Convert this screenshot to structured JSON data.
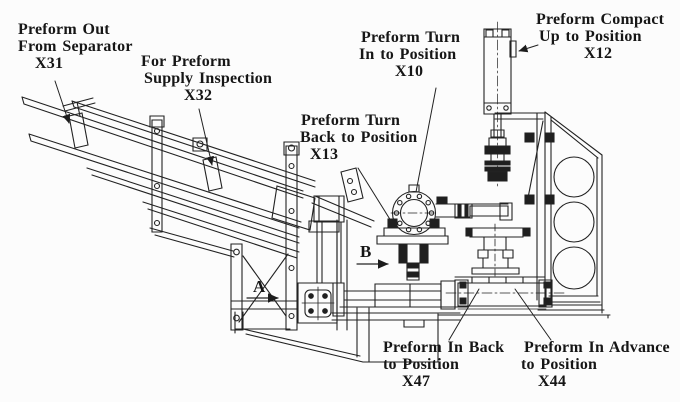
{
  "figure": {
    "background": "#fcfcfc",
    "line_color": "#222222"
  },
  "labels": {
    "x31": {
      "lines": [
        "Preform Out",
        "From Separator",
        "X31"
      ]
    },
    "x32": {
      "lines": [
        "For Preform",
        "Supply Inspection",
        "X32"
      ]
    },
    "x10": {
      "lines": [
        "Preform Turn",
        "In to Position",
        "X10"
      ]
    },
    "x12": {
      "lines": [
        "Preform Compact",
        "Up to Position",
        "X12"
      ]
    },
    "x13": {
      "lines": [
        "Preform Turn",
        "Back to Position",
        "X13"
      ]
    },
    "x47": {
      "lines": [
        "Preform In Back",
        "to Position",
        "X47"
      ]
    },
    "x44": {
      "lines": [
        "Preform In Advance",
        "to Position",
        "X44"
      ]
    }
  },
  "markers": {
    "a": "A",
    "b": "B"
  }
}
